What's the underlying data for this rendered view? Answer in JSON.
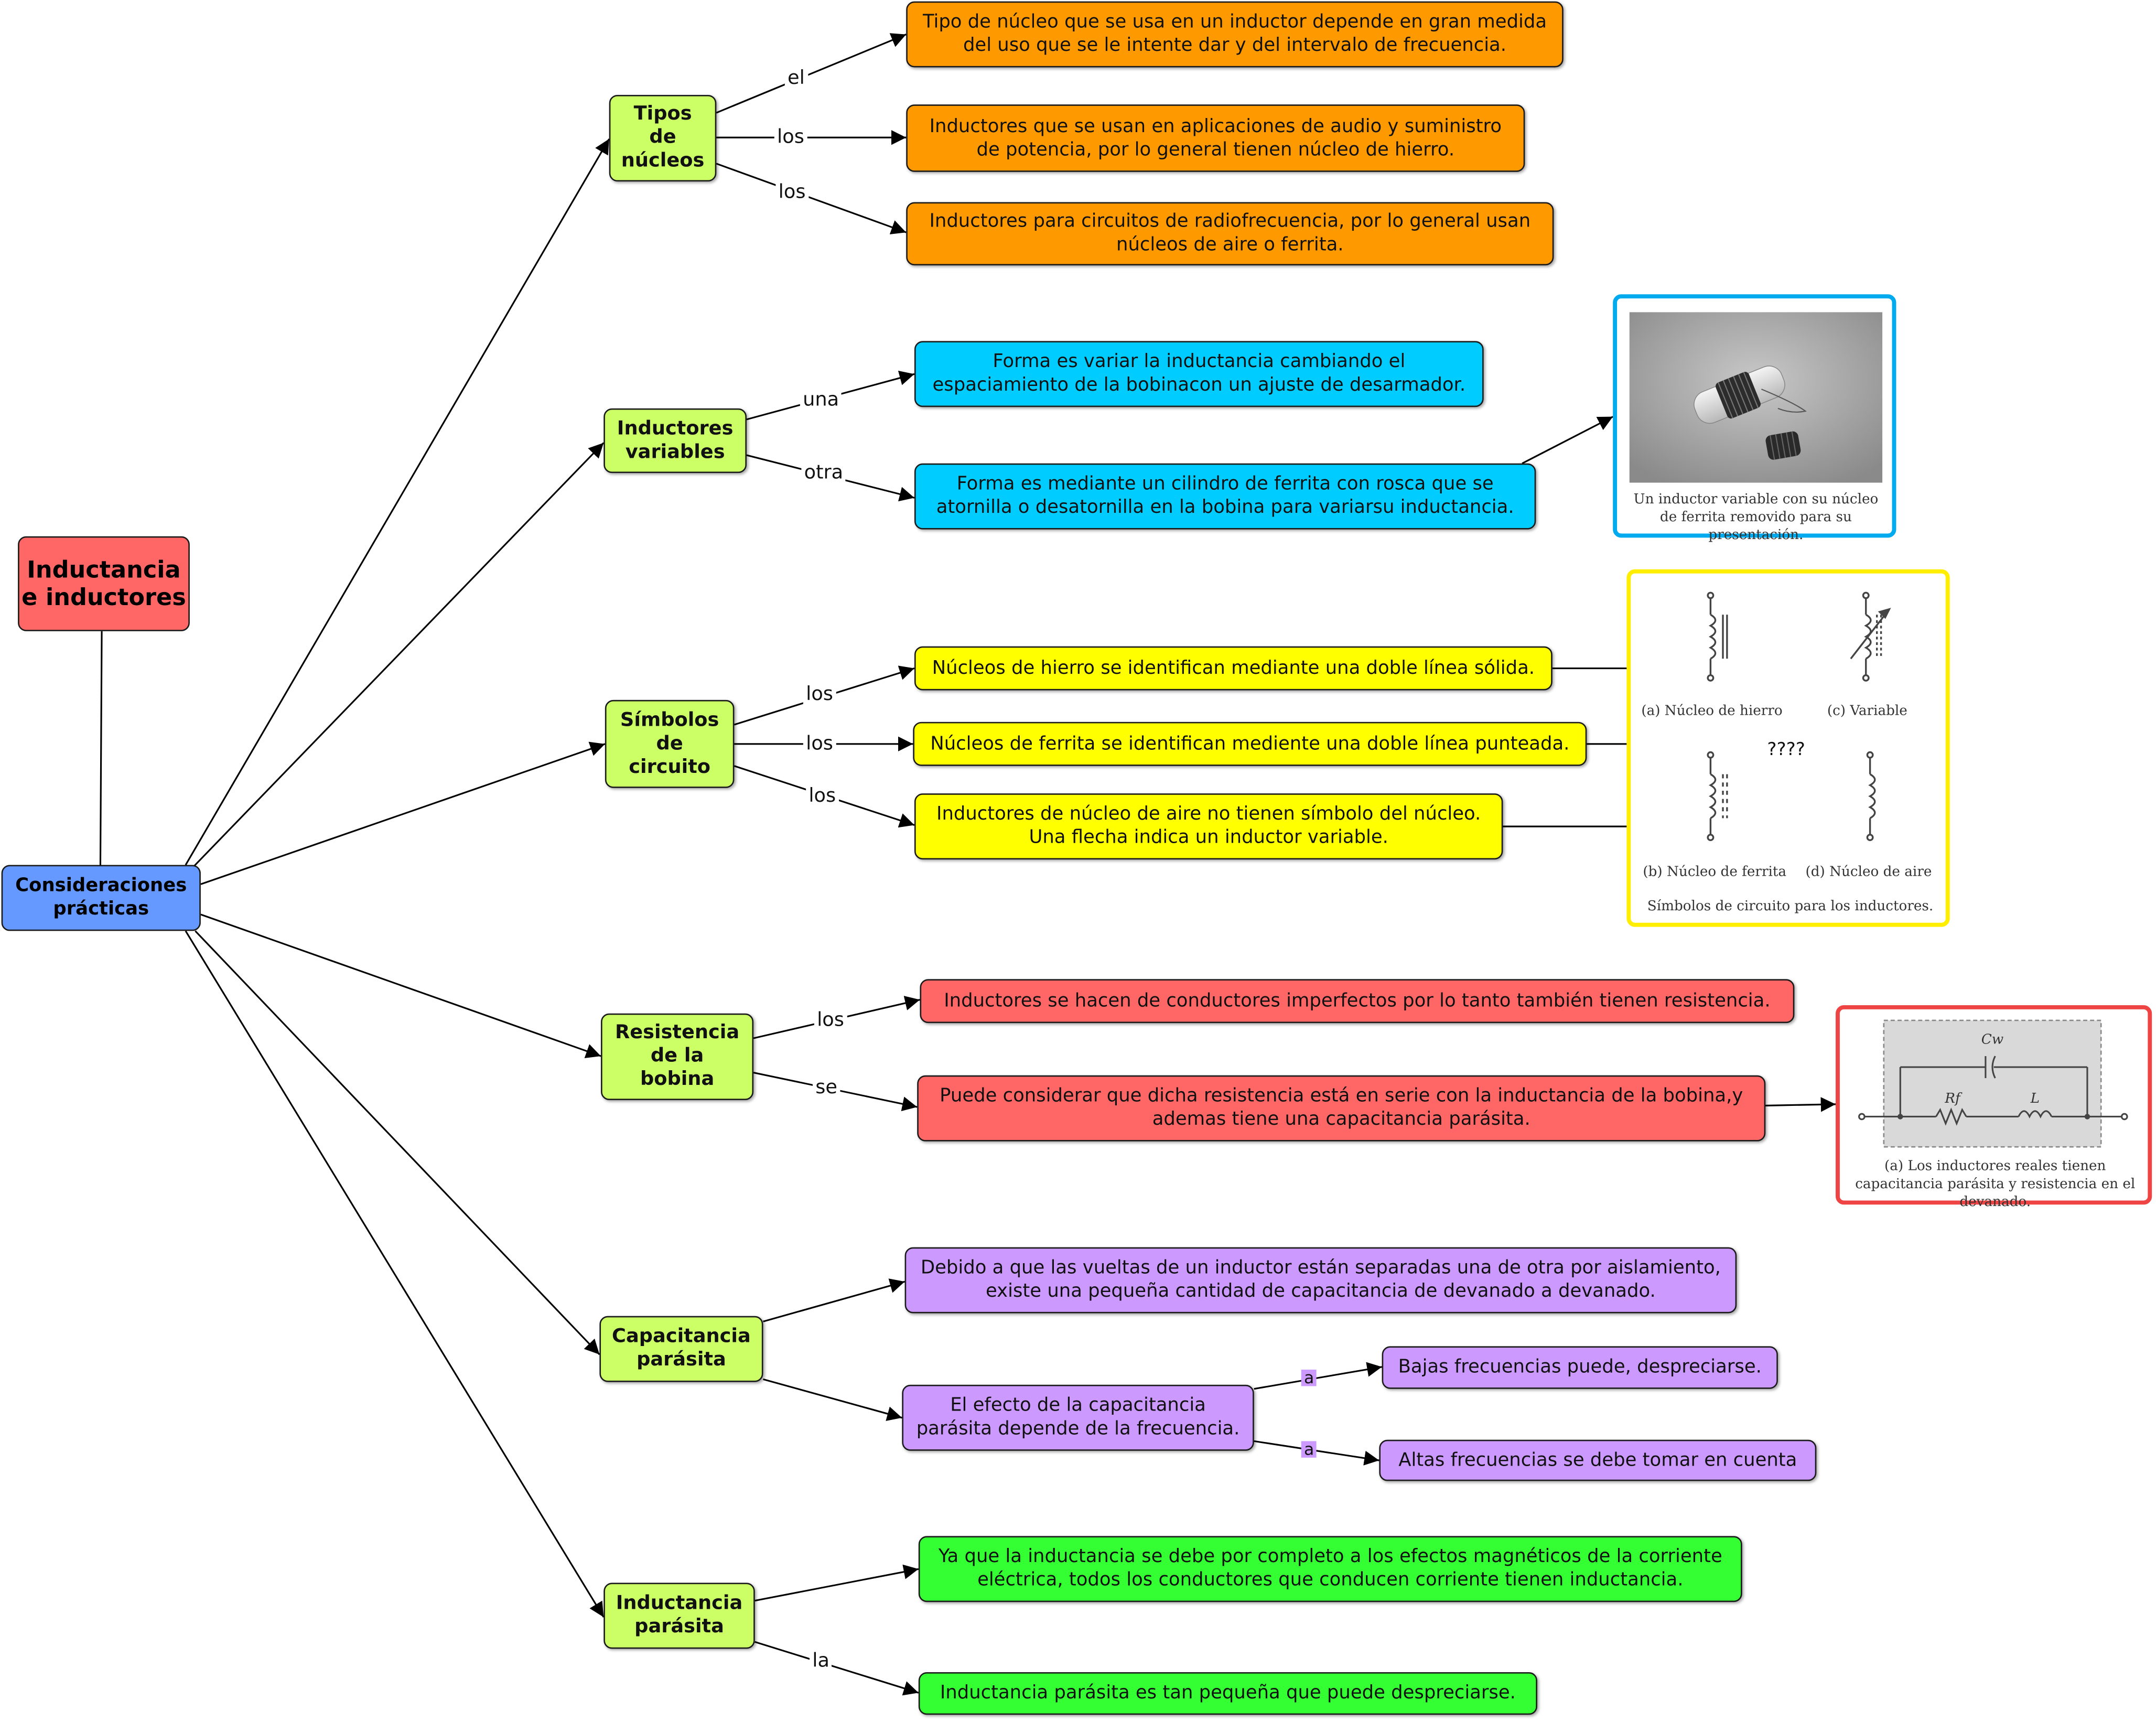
{
  "title": "Inductancia e inductores",
  "root": "Consideraciones prácticas",
  "categories": {
    "tipos": "Tipos de núcleos",
    "variables": "Inductores variables",
    "simbolos": "Símbolos de circuito",
    "resistencia": "Resistencia de la bobina",
    "capacitancia": "Capacitancia parásita",
    "inductancia": "Inductancia parásita"
  },
  "link_labels": {
    "el": "el",
    "los": "los",
    "una": "una",
    "otra": "otra",
    "se": "se",
    "la": "la",
    "a": "a"
  },
  "concepts": {
    "tipos_1": "Tipo de núcleo que se usa en un inductor depende en gran medida del uso que se le intente dar y del intervalo de frecuencia.",
    "tipos_2": "Inductores que se usan en aplicaciones de audio y suministro de potencia, por lo general tienen núcleo de hierro.",
    "tipos_3": "Inductores para circuitos de radiofrecuencia, por lo general usan núcleos de aire o ferrita.",
    "var_1": "Forma es variar la inductancia cambiando el espaciamiento de la bobinacon un ajuste de desarmador.",
    "var_2": "Forma es mediante un cilindro de ferrita con rosca que se atornilla o desatornilla en la bobina para variarsu inductancia.",
    "sim_1": "Núcleos de hierro se identifican mediante una doble línea sólida.",
    "sim_2": "Núcleos de ferrita se identifican mediente una doble línea punteada.",
    "sim_3": "Inductores de núcleo de aire no tienen símbolo del núcleo. Una flecha indica un inductor variable.",
    "res_1": "Inductores se hacen de conductores imperfectos por lo tanto también tienen resistencia.",
    "res_2": "Puede considerar que dicha resistencia está en serie con la inductancia de la bobina,y ademas tiene una capacitancia parásita.",
    "cap_1": "Debido a que las vueltas de un inductor están separadas una de otra por aislamiento, existe una pequeña cantidad de capacitancia de devanado a devanado.",
    "cap_2": "El efecto de la capacitancia parásita depende de la frecuencia.",
    "cap_3": "Bajas frecuencias puede, despreciarse.",
    "cap_4": "Altas frecuencias se debe tomar en cuenta",
    "ind_1": "Ya que la inductancia se debe por completo a los efectos magnéticos de la corriente eléctrica, todos los conductores que conducen corriente tienen inductancia.",
    "ind_2": "Inductancia parásita es tan pequeña que puede despreciarse."
  },
  "figures": {
    "photo_caption": "Un inductor variable con su núcleo de ferrita removido para su presentación.",
    "symbols": {
      "a": "(a) Núcleo de hierro",
      "c": "(c) Variable",
      "b": "(b) Núcleo de ferrita",
      "d": "(d) Núcleo de aire",
      "unknown": "????",
      "caption": "Símbolos de circuito para los inductores."
    },
    "circuit": {
      "cw": "Cw",
      "rw": "Rf",
      "l": "L",
      "caption": "(a) Los inductores reales tienen capacitancia parásita y resistencia en el devanado."
    }
  },
  "colors": {
    "title": "#ff6666",
    "root": "#6699ff",
    "category": "#ccff66",
    "orange": "#ff9900",
    "cyan": "#00ccff",
    "yellow": "#ffff00",
    "red": "#ff6666",
    "purple": "#cc99ff",
    "green": "#33ff33"
  }
}
